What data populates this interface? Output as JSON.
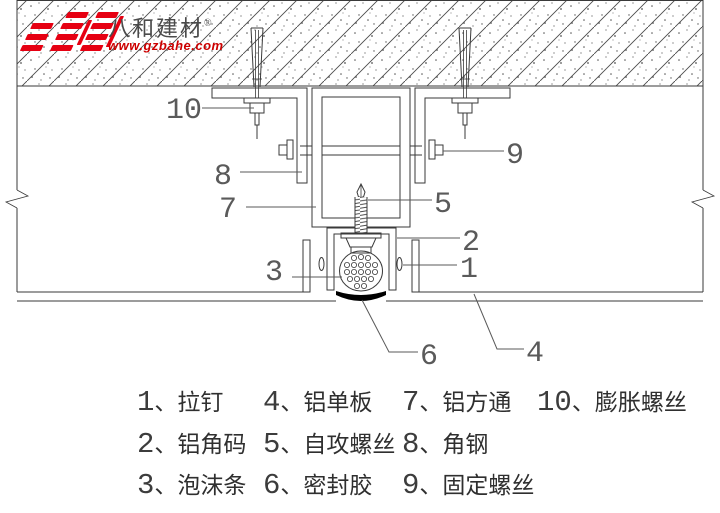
{
  "logo": {
    "brand": "八和建材",
    "registered": "®",
    "url": "www.gzbahe.com",
    "brand_color": "#e60012",
    "url_color": "#cc0000"
  },
  "labels": {
    "n1": "1",
    "n2": "2",
    "n3": "3",
    "n4": "4",
    "n5": "5",
    "n6": "6",
    "n7": "7",
    "n8": "8",
    "n9": "9",
    "n10": "10"
  },
  "legend": {
    "separator": "、",
    "items": [
      {
        "num": "1",
        "name": "拉钉"
      },
      {
        "num": "4",
        "name": "铝单板"
      },
      {
        "num": "7",
        "name": "铝方通"
      },
      {
        "num": "10",
        "name": "膨胀螺丝"
      },
      {
        "num": "2",
        "name": "铝角码"
      },
      {
        "num": "5",
        "name": "自攻螺丝"
      },
      {
        "num": "8",
        "name": "角钢"
      },
      {
        "num": "3",
        "name": "泡沫条"
      },
      {
        "num": "6",
        "name": "密封胶"
      },
      {
        "num": "9",
        "name": "固定螺丝"
      }
    ]
  }
}
